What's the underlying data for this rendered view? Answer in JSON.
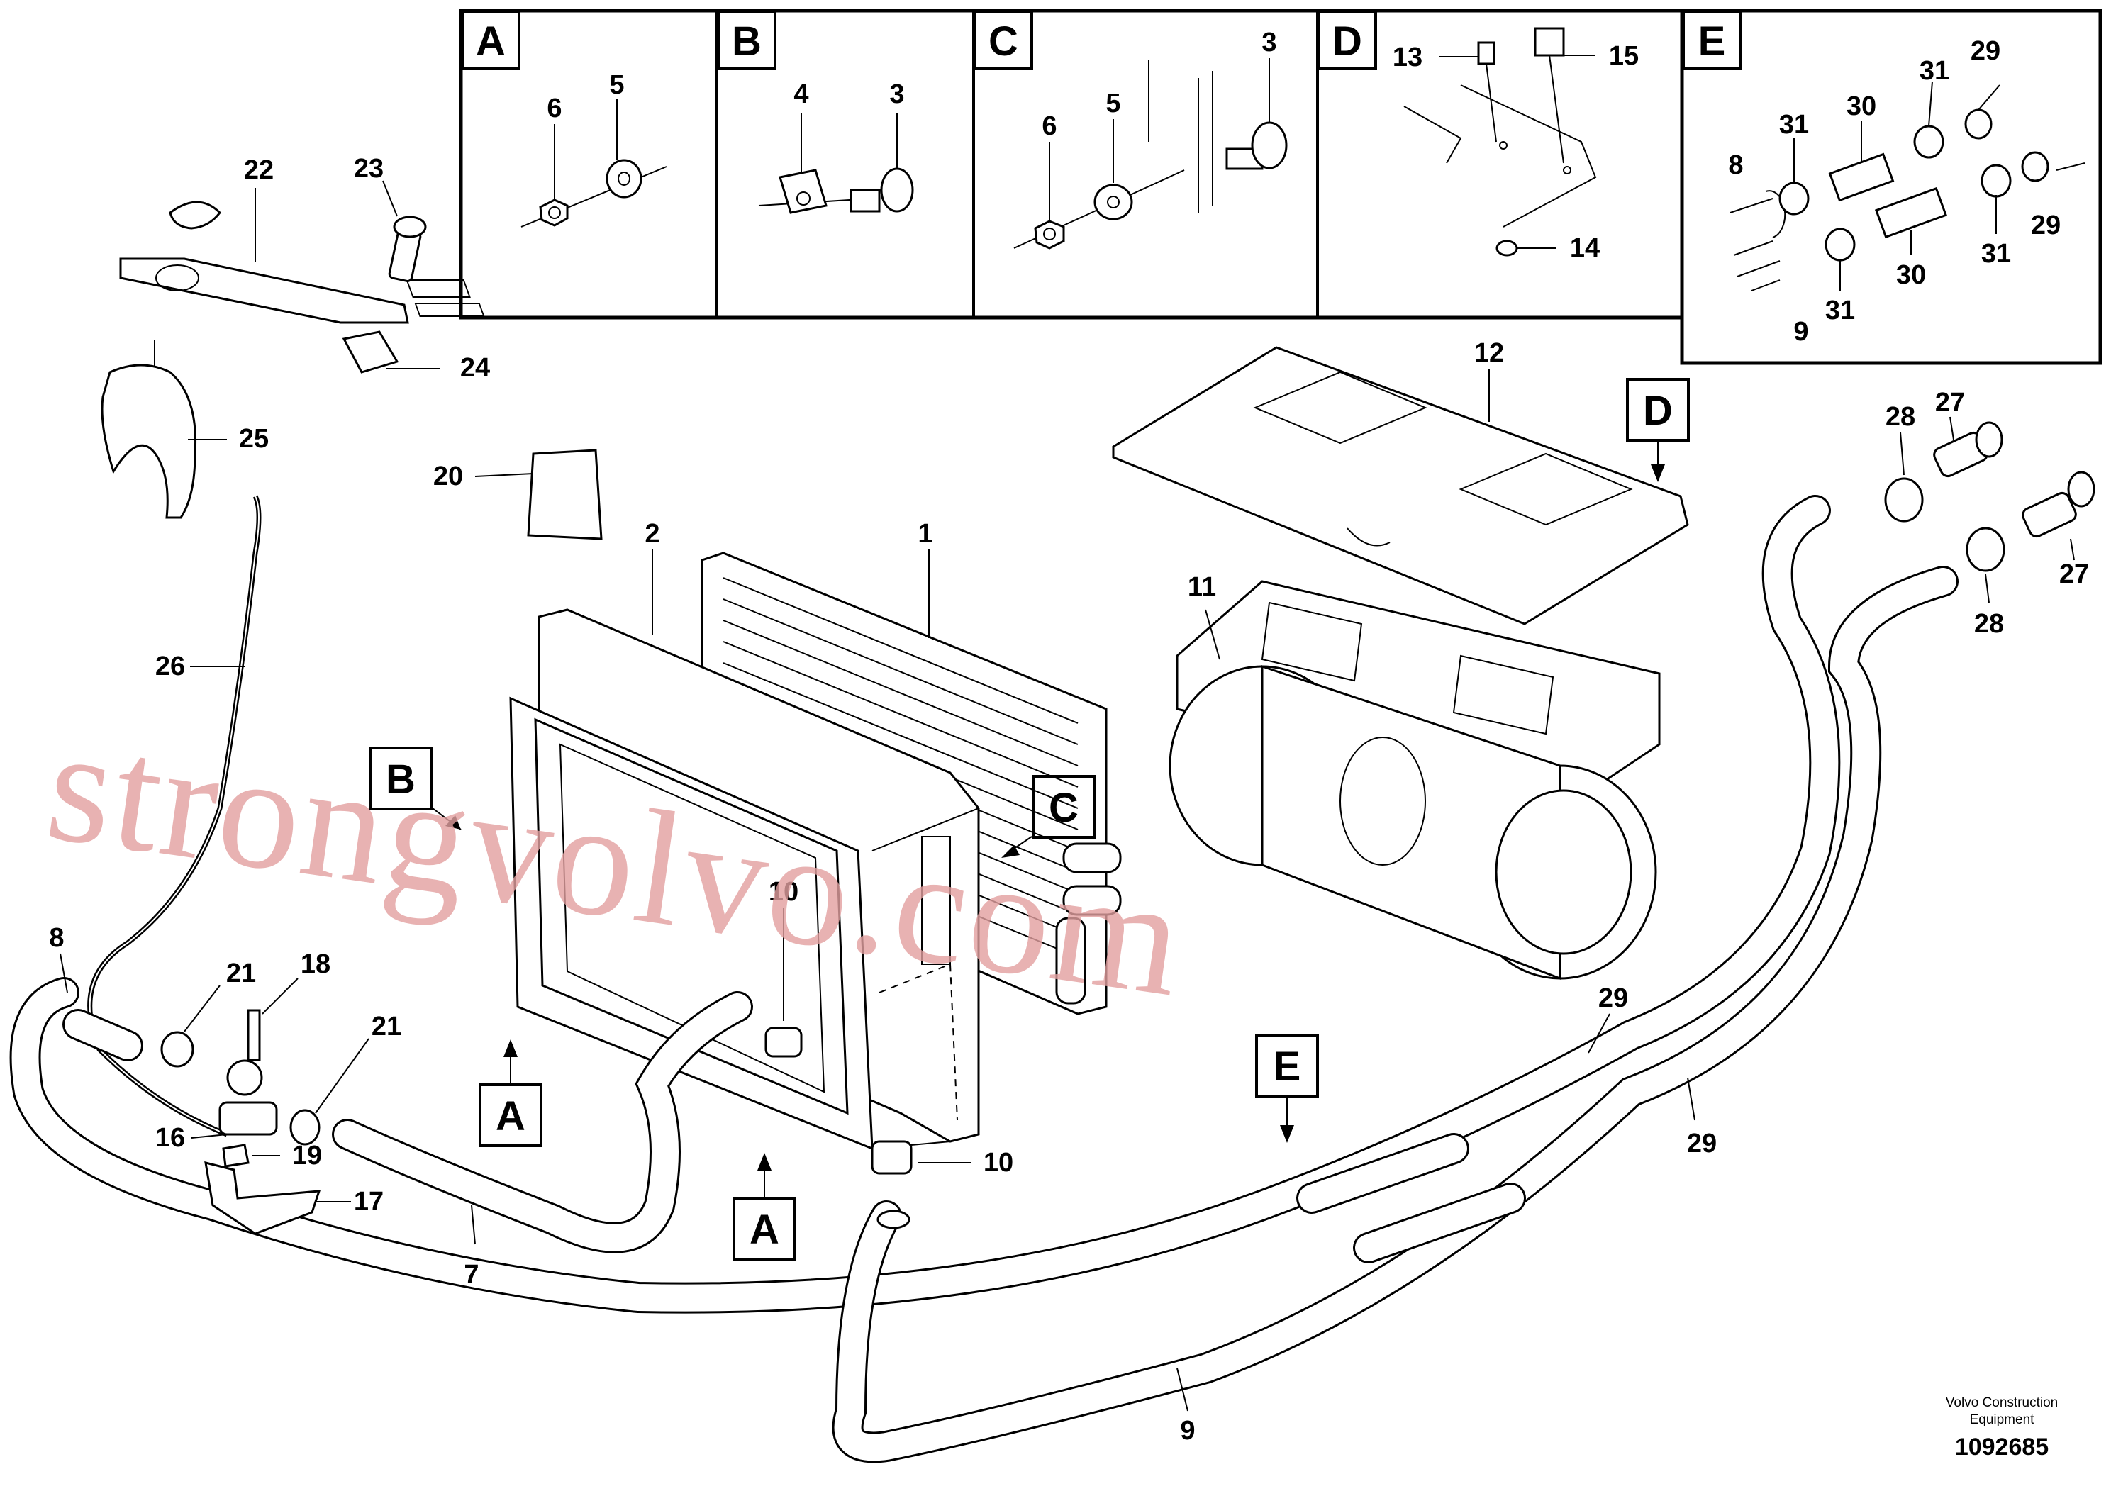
{
  "detail_panels": [
    {
      "letter": "A",
      "callouts": [
        "6",
        "5"
      ]
    },
    {
      "letter": "B",
      "callouts": [
        "4",
        "3"
      ]
    },
    {
      "letter": "C",
      "callouts": [
        "6",
        "5",
        "3"
      ]
    },
    {
      "letter": "D",
      "callouts": [
        "13",
        "15",
        "14"
      ]
    },
    {
      "letter": "E",
      "callouts": [
        "31",
        "30",
        "29",
        "8",
        "31",
        "29",
        "9",
        "31",
        "30",
        "31"
      ]
    }
  ],
  "view_markers": {
    "b_marker": "B",
    "c_marker": "C",
    "d_marker": "D",
    "e_marker": "E",
    "a_marker_1": "A",
    "a_marker_2": "A"
  },
  "callouts": {
    "c22": "22",
    "c23": "23",
    "c24": "24",
    "c25": "25",
    "c20": "20",
    "c2": "2",
    "c1": "1",
    "c11": "11",
    "c12": "12",
    "c28a": "28",
    "c27a": "27",
    "c28b": "28",
    "c27b": "27",
    "c26": "26",
    "c10a": "10",
    "c8": "8",
    "c21a": "21",
    "c18": "18",
    "c21b": "21",
    "c16": "16",
    "c19": "19",
    "c17": "17",
    "c7": "7",
    "c10b": "10",
    "c29a": "29",
    "c29b": "29",
    "c9": "9"
  },
  "watermark": "strongvolvo.com",
  "footer": {
    "line1": "Volvo Construction",
    "line2": "Equipment",
    "number": "1092685"
  },
  "colors": {
    "line": "#000000",
    "watermark": "#e3a0a0",
    "background": "#ffffff"
  }
}
